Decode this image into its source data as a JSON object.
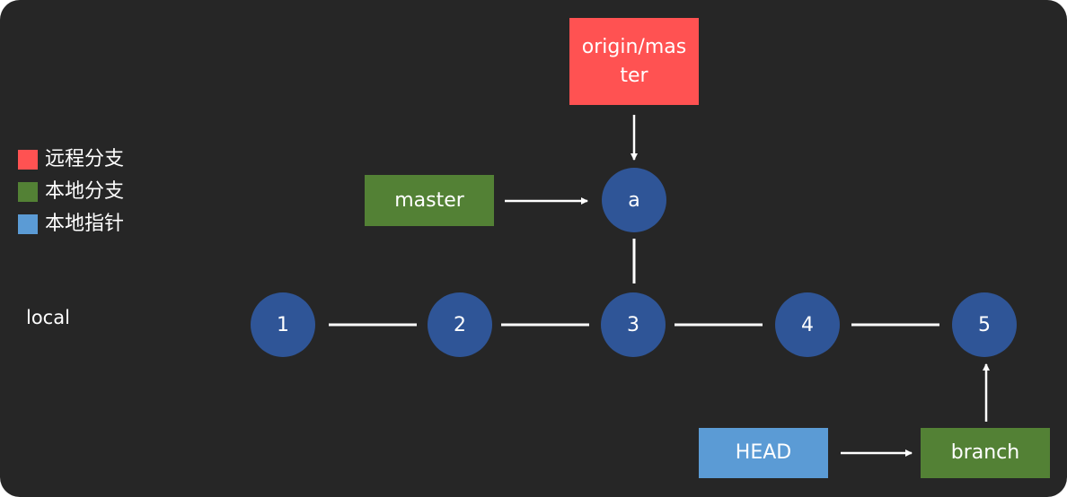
{
  "colors": {
    "background": "#262626",
    "remote_branch": "#ff5252",
    "local_branch": "#538135",
    "local_pointer": "#5b9bd5",
    "commit": "#2f5597",
    "line": "#ffffff"
  },
  "legend": {
    "items": [
      {
        "label": "远程分支",
        "color": "#ff5252"
      },
      {
        "label": "本地分支",
        "color": "#538135"
      },
      {
        "label": "本地指针",
        "color": "#5b9bd5"
      }
    ]
  },
  "side_label": "local",
  "commits": [
    {
      "id": "1",
      "label": "1"
    },
    {
      "id": "2",
      "label": "2"
    },
    {
      "id": "3",
      "label": "3"
    },
    {
      "id": "4",
      "label": "4"
    },
    {
      "id": "5",
      "label": "5"
    },
    {
      "id": "a",
      "label": "a"
    }
  ],
  "refs": {
    "origin_master": {
      "line1": "origin/mas",
      "line2": "ter"
    },
    "master": {
      "label": "master"
    },
    "head": {
      "label": "HEAD"
    },
    "branch": {
      "label": "branch"
    }
  },
  "edges": [
    {
      "from": "1",
      "to": "2"
    },
    {
      "from": "2",
      "to": "3"
    },
    {
      "from": "3",
      "to": "4"
    },
    {
      "from": "4",
      "to": "5"
    },
    {
      "from": "3",
      "to": "a"
    }
  ],
  "pointers": [
    {
      "from": "origin_master",
      "to": "a"
    },
    {
      "from": "master",
      "to": "a"
    },
    {
      "from": "head",
      "to": "branch"
    },
    {
      "from": "branch",
      "to": "5"
    }
  ]
}
